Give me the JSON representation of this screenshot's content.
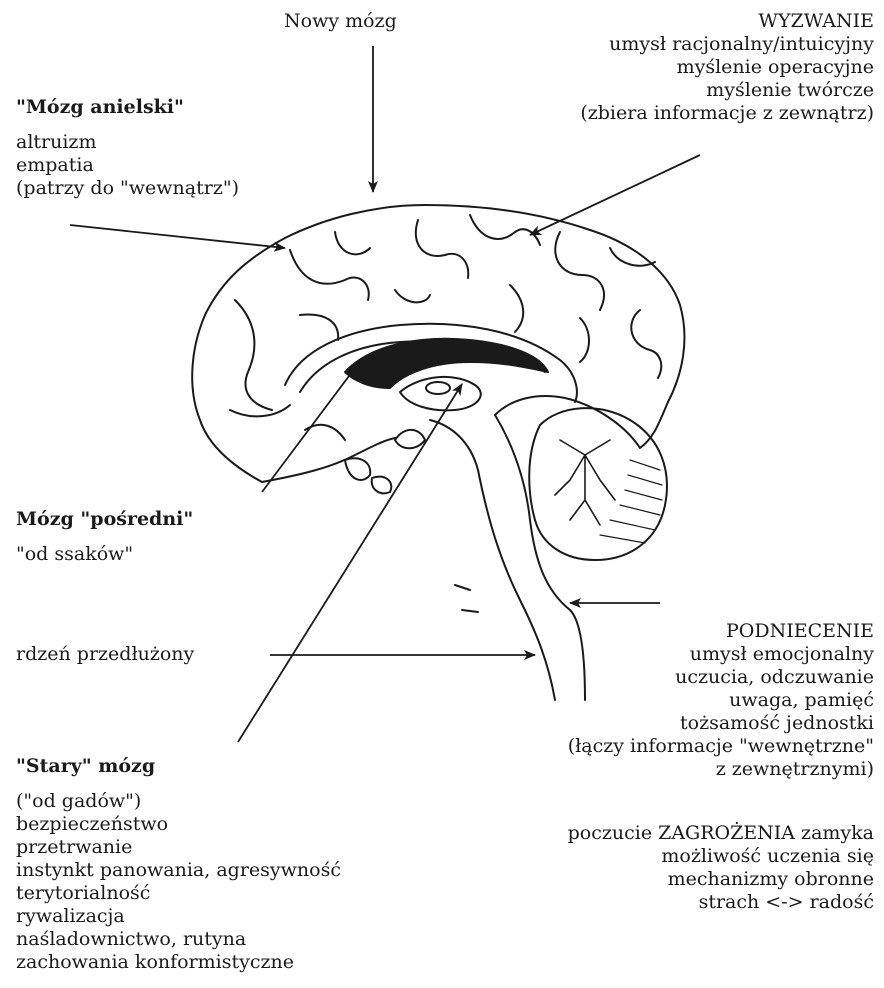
{
  "top_label": "Nowy mózg",
  "angelic": {
    "title": "\"Mózg anielski\"",
    "lines": [
      "altruizm",
      "empatia",
      "(patrzy do \"wewnątrz\")"
    ]
  },
  "challenge": {
    "lines": [
      "WYZWANIE",
      "umysł racjonalny/intuicyjny",
      "myślenie operacyjne",
      "myślenie twórcze",
      "(zbiera informacje z zewnątrz)"
    ]
  },
  "middle": {
    "title": "Mózg \"pośredni\"",
    "subtitle": "\"od ssaków\""
  },
  "medulla": "rdzeń przedłużony",
  "excitement": {
    "lines": [
      "PODNIECENIE",
      "umysł emocjonalny",
      "uczucia, odczuwanie",
      "uwaga, pamięć",
      "tożsamość jednostki",
      "(łączy informacje \"wewnętrzne\"",
      "z zewnętrznymi)"
    ]
  },
  "old": {
    "title": "\"Stary\" mózg",
    "lines": [
      "(\"od gadów\")",
      "bezpieczeństwo",
      "przetrwanie",
      "instynkt panowania, agresywność",
      "terytorialność",
      "rywalizacja",
      "naśladownictwo, rutyna",
      "zachowania konformistyczne"
    ]
  },
  "threat": {
    "lines": [
      "poczucie ZAGROŻENIA zamyka",
      "możliwość uczenia się",
      "mechanizmy obronne",
      "strach <-> radość"
    ]
  },
  "colors": {
    "ink": "#1a1a1a",
    "background": "#ffffff"
  }
}
